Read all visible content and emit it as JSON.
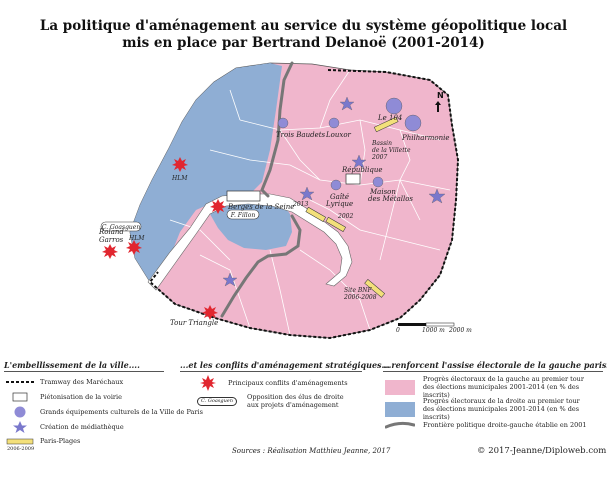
{
  "title": {
    "line1": "La politique d'aménagement au service du système géopolitique local",
    "line2": "mis en place par Bertrand Delanoë (2001-2014)"
  },
  "map_labels": {
    "trois_baudets": "Trois Baudets",
    "louxor": "Louxor",
    "le104": "Le 104",
    "philharmonie": "Philharmonie",
    "bassin1": "Bassin",
    "bassin2": "de la Villette",
    "bassin3": "2007",
    "republique": "République",
    "gaite1": "Gaîté",
    "gaite2": "Lyrique",
    "maison1": "Maison",
    "maison2": "des Métallos",
    "berges": "Berges de la Seine",
    "pilon": "F. Fillon",
    "y2013": "2013",
    "y2002": "2002",
    "bnf1": "Site BNF",
    "bnf2": "2006-2008",
    "hlm1": "HLM",
    "hlm2": "HLM",
    "roland1": "Roland",
    "roland2": "Garros",
    "goasguen": "C. Goasguen",
    "tour": "Tour Triangle",
    "north": "N",
    "scale0": "0",
    "scale1": "1000 m",
    "scale2": "2000 m"
  },
  "legend": {
    "col1_head": "L'embellissement de la ville....",
    "col2_head": "...et les conflits d'aménagement stratégiques...",
    "col3_head": "...renforcent l'assise électorale de la gauche parisienne",
    "tramway": "Tramway des Maréchaux",
    "pieton": "Piétonisation de la voirie",
    "equip": "Grands équipements culturels de la Ville de Paris",
    "media": "Création de médiathèque",
    "plages": "Paris-Plages",
    "plages_years": "2006-2009",
    "conflits": "Principaux conflits d'aménagements",
    "oppo_badge": "C. Goasguen",
    "oppo1": "Opposition des élus de droite",
    "oppo2": "aux projets d'aménagement",
    "gauche1": "Progrès électoraux de la gauche au premier tour",
    "gauche2": "des élections municipales 2001-2014 (en % des inscrits)",
    "droite1": "Progrès électoraux de la droite au premier tour",
    "droite2": "des élections municipales 2001-2014 (en % des inscrits)",
    "frontiere": "Frontière politique droite-gauche établie en 2001"
  },
  "colors": {
    "gauche": "#f0b6cc",
    "droite": "#8faed4",
    "equip": "#8f8bd6",
    "media": "#7a78cc",
    "conflit": "#e1262f",
    "plages": "#f3e07a",
    "frontiere": "#777777"
  },
  "source": "Sources : Réalisation Matthieu Jeanne, 2017",
  "copyright": "© 2017-Jeanne/Diploweb.com"
}
